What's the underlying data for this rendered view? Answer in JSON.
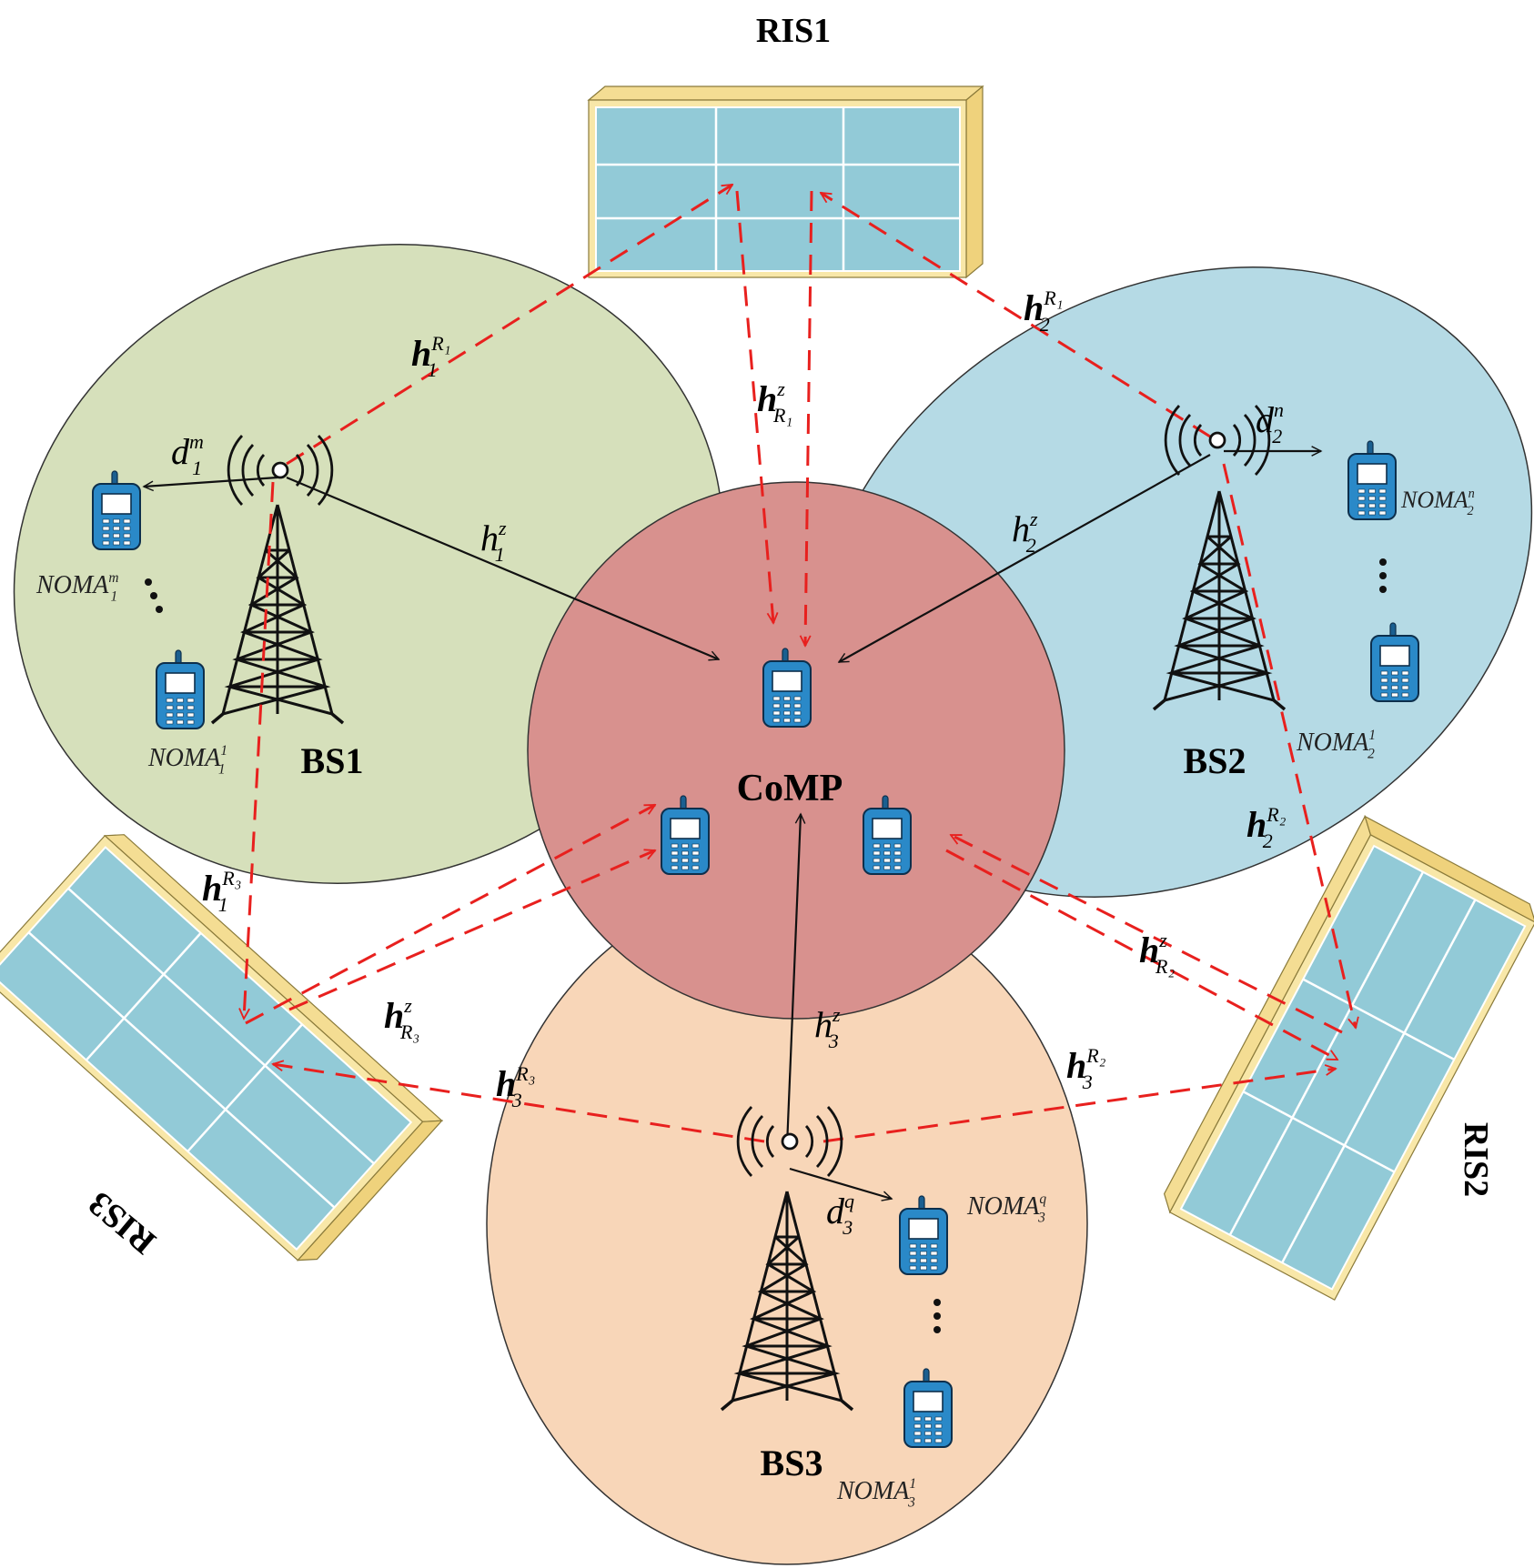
{
  "labels": {
    "ris1": "RIS1",
    "ris2": "RIS2",
    "ris3": "RIS3",
    "bs1": "BS1",
    "bs2": "BS2",
    "bs3": "BS3",
    "comp": "CoMP"
  },
  "channels": {
    "h1z": {
      "base": "h",
      "sub": "1",
      "sup": "z"
    },
    "h2z": {
      "base": "h",
      "sub": "2",
      "sup": "z"
    },
    "h3z": {
      "base": "h",
      "sub": "3",
      "sup": "z"
    },
    "h1R1": {
      "base": "h",
      "sub": "1",
      "sup": "R₁"
    },
    "h2R1": {
      "base": "h",
      "sub": "2",
      "sup": "R₁"
    },
    "hR1z": {
      "base": "h",
      "sub": "R₁",
      "sup": "z"
    },
    "h2R2": {
      "base": "h",
      "sub": "2",
      "sup": "R₂"
    },
    "hR2z": {
      "base": "h",
      "sub": "R₂",
      "sup": "z"
    },
    "h3R2": {
      "base": "h",
      "sub": "3",
      "sup": "R₂"
    },
    "h1R3": {
      "base": "h",
      "sub": "1",
      "sup": "R₃"
    },
    "hR3z": {
      "base": "h",
      "sub": "R₃",
      "sup": "z"
    },
    "h3R3": {
      "base": "h",
      "sub": "3",
      "sup": "R₃"
    },
    "d1m": {
      "base": "d",
      "sub": "1",
      "sup": "m"
    },
    "d2n": {
      "base": "d",
      "sub": "2",
      "sup": "n"
    },
    "d3q": {
      "base": "d",
      "sub": "3",
      "sup": "q"
    }
  },
  "noma": {
    "n1m": {
      "base": "NOMA",
      "sub": "1",
      "sup": "m"
    },
    "n11": {
      "base": "NOMA",
      "sub": "1",
      "sup": "1"
    },
    "n2n": {
      "base": "NOMA",
      "sub": "2",
      "sup": "n"
    },
    "n21": {
      "base": "NOMA",
      "sub": "2",
      "sup": "1"
    },
    "n3q": {
      "base": "NOMA",
      "sub": "3",
      "sup": "q"
    },
    "n31": {
      "base": "NOMA",
      "sub": "3",
      "sup": "1"
    }
  },
  "colors": {
    "cell1": "#d6e0bb",
    "cell2": "#b5dae5",
    "cell3": "#f8d6b8",
    "comp": "#d8918e",
    "ris_panel": "#92cad7",
    "ris_frame": "#f4dd93",
    "phone": "#2a89c8",
    "red_link": "#e8201e"
  }
}
